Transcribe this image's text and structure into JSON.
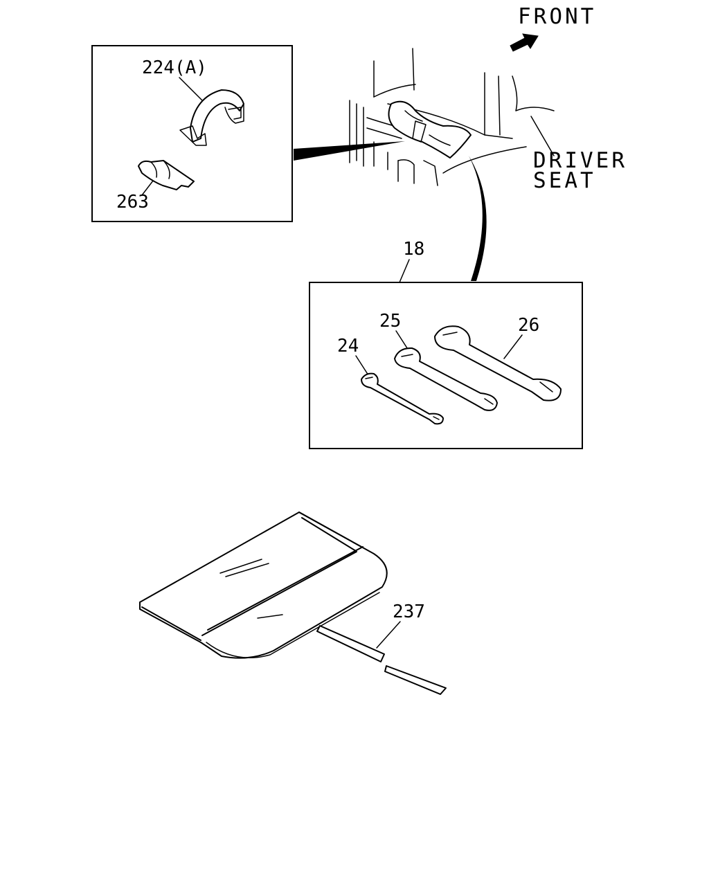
{
  "labels": {
    "front": "FRONT",
    "driver_seat_line1": "DRIVER",
    "driver_seat_line2": "SEAT",
    "clip_224a": "224(A)",
    "clip_263": "263",
    "toolset_18": "18",
    "wrench_24": "24",
    "wrench_25": "25",
    "wrench_26": "26",
    "mat_237": "237"
  },
  "icons": {
    "front_arrow": "arrow-icon"
  }
}
